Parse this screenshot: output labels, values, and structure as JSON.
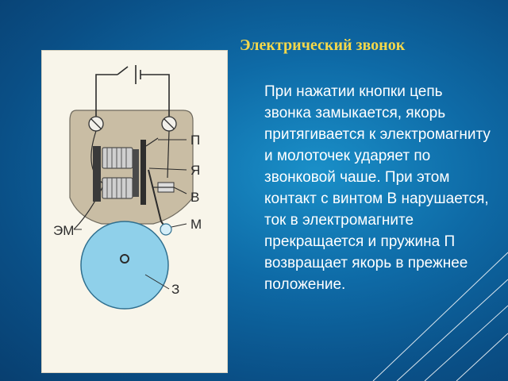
{
  "slide": {
    "title": "Электрический звонок",
    "body": "При нажатии кнопки цепь звонка замыкается, якорь притягивается к электромагниту и молоточек ударяет по звонковой чаше. При этом контакт с винтом В нарушается, ток в электромагните прекращается и пружина П возвращает якорь в прежнее положение."
  },
  "diagram": {
    "labels": {
      "spring": "П",
      "armature": "Я",
      "screw": "В",
      "electromagnet": "ЭМ",
      "hammer": "М",
      "bell": "З"
    }
  },
  "colors": {
    "background": "#0e6aa6",
    "title": "#f5d84a",
    "text": "#ffffff",
    "bell": "#8fd0ea",
    "panel": "#c9bda4"
  }
}
